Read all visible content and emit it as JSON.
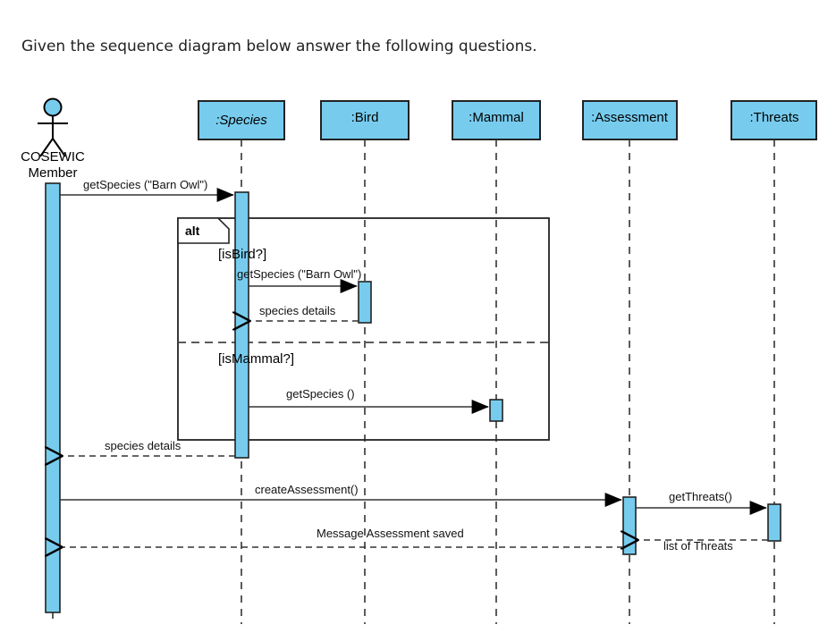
{
  "prompt": {
    "text": "Given the sequence diagram below answer the following questions."
  },
  "colors": {
    "lifeline_fill": "#77ccee",
    "lifeline_stroke": "#222222",
    "activation_fill": "#77ccee",
    "line": "#333333",
    "text": "#000000"
  },
  "diagram": {
    "type": "uml-sequence-diagram",
    "actor": {
      "name": "actor-cosewic-member",
      "label_line1": "COSEWIC",
      "label_line2": "Member"
    },
    "lifelines": [
      {
        "name": "lifeline-species",
        "label": ":Species",
        "italic": true
      },
      {
        "name": "lifeline-bird",
        "label": ":Bird",
        "italic": false
      },
      {
        "name": "lifeline-mammal",
        "label": ":Mammal",
        "italic": false
      },
      {
        "name": "lifeline-assessment",
        "label": ":Assessment",
        "italic": false
      },
      {
        "name": "lifeline-threats",
        "label": ":Threats",
        "italic": false
      }
    ],
    "fragment": {
      "operator": "alt",
      "guards": [
        {
          "label": "[isBird?]"
        },
        {
          "label": "[isMammal?]"
        }
      ]
    },
    "messages": [
      {
        "name": "message-get-species-barn-owl",
        "label": "getSpecies (\"Barn Owl\")",
        "kind": "call",
        "from": "COSEWIC Member",
        "to": ":Species"
      },
      {
        "name": "message-get-species-barn-owl-bird",
        "label": "getSpecies (\"Barn Owl\")",
        "kind": "call",
        "from": ":Species",
        "to": ":Bird"
      },
      {
        "name": "message-species-details-bird",
        "label": "species details",
        "kind": "return",
        "from": ":Bird",
        "to": ":Species"
      },
      {
        "name": "message-get-species-mammal",
        "label": "getSpecies ()",
        "kind": "call",
        "from": ":Species",
        "to": ":Mammal"
      },
      {
        "name": "message-species-details-actor",
        "label": "species details",
        "kind": "return",
        "from": ":Species",
        "to": "COSEWIC Member"
      },
      {
        "name": "message-create-assessment",
        "label": "createAssessment()",
        "kind": "call",
        "from": "COSEWIC Member",
        "to": ":Assessment"
      },
      {
        "name": "message-get-threats",
        "label": "getThreats()",
        "kind": "call",
        "from": ":Assessment",
        "to": ":Threats"
      },
      {
        "name": "message-list-of-threats",
        "label": "list of Threats",
        "kind": "return",
        "from": ":Threats",
        "to": ":Assessment"
      },
      {
        "name": "message-assessment-saved",
        "label": "Message Assessment saved",
        "kind": "return",
        "from": ":Assessment",
        "to": "COSEWIC Member"
      }
    ]
  }
}
